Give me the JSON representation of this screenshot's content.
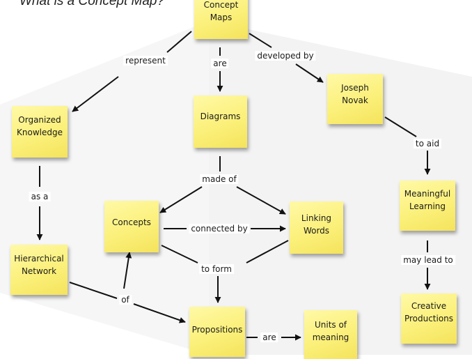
{
  "title": "What is a Concept Map?",
  "nodes": {
    "concept_maps": "Concept\nMaps",
    "organized_knowledge": "Organized\nKnowledge",
    "diagrams": "Diagrams",
    "joseph_novak": "Joseph\nNovak",
    "hierarchical_network": "Hierarchical\nNetwork",
    "concepts": "Concepts",
    "linking_words": "Linking\nWords",
    "meaningful_learning": "Meaningful\nLearning",
    "propositions": "Propositions",
    "units_of_meaning": "Units of\nmeaning",
    "creative_productions": "Creative\nProductions"
  },
  "links": {
    "represent": "represent",
    "are_1": "are",
    "developed_by": "developed by",
    "as_a": "as a",
    "made_of": "made of",
    "to_aid": "to aid",
    "connected_by": "connected by",
    "to_form": "to form",
    "may_lead_to": "may lead to",
    "of": "of",
    "are_2": "are"
  },
  "colors": {
    "note_fill": "#fbf07a",
    "line": "#111111",
    "spotlight": "#f1f1f1"
  }
}
